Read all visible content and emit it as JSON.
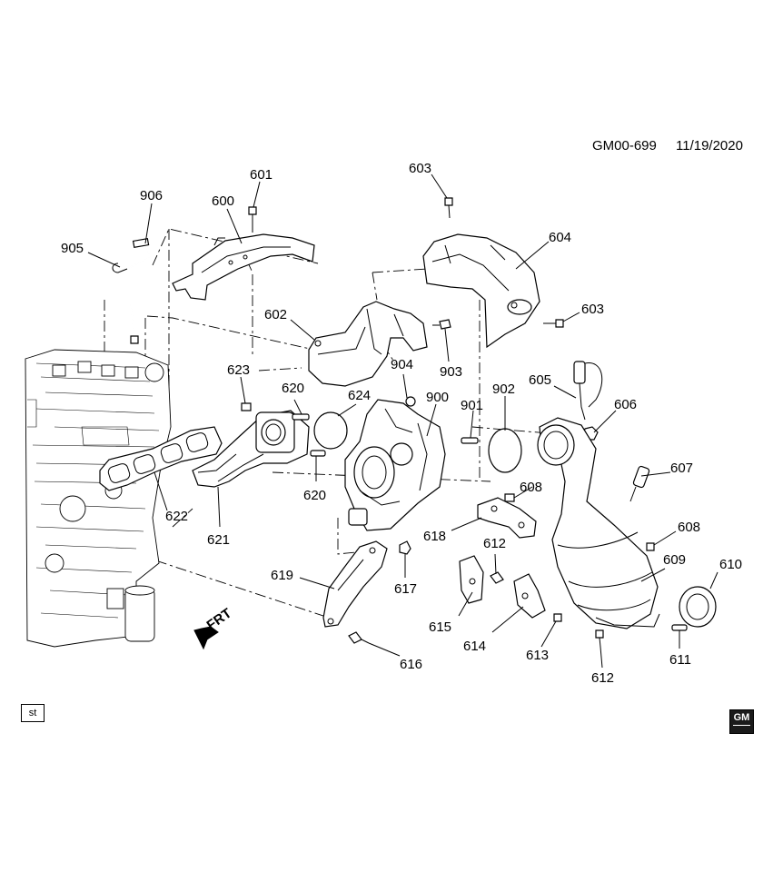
{
  "header": {
    "diagram_id": "GM00-699",
    "date": "11/19/2020"
  },
  "labels": [
    {
      "key": "l906",
      "text": "906"
    },
    {
      "key": "l905",
      "text": "905"
    },
    {
      "key": "l601",
      "text": "601"
    },
    {
      "key": "l600",
      "text": "600"
    },
    {
      "key": "l603a",
      "text": "603"
    },
    {
      "key": "l604",
      "text": "604"
    },
    {
      "key": "l603b",
      "text": "603"
    },
    {
      "key": "l602",
      "text": "602"
    },
    {
      "key": "l903",
      "text": "903"
    },
    {
      "key": "l623",
      "text": "623"
    },
    {
      "key": "l620a",
      "text": "620"
    },
    {
      "key": "l624",
      "text": "624"
    },
    {
      "key": "l904",
      "text": "904"
    },
    {
      "key": "l900",
      "text": "900"
    },
    {
      "key": "l901",
      "text": "901"
    },
    {
      "key": "l902",
      "text": "902"
    },
    {
      "key": "l605",
      "text": "605"
    },
    {
      "key": "l606",
      "text": "606"
    },
    {
      "key": "l607",
      "text": "607"
    },
    {
      "key": "l608a",
      "text": "608"
    },
    {
      "key": "l608b",
      "text": "608"
    },
    {
      "key": "l620b",
      "text": "620"
    },
    {
      "key": "l622",
      "text": "622"
    },
    {
      "key": "l621",
      "text": "621"
    },
    {
      "key": "l618",
      "text": "618"
    },
    {
      "key": "l612a",
      "text": "612"
    },
    {
      "key": "l609",
      "text": "609"
    },
    {
      "key": "l610",
      "text": "610"
    },
    {
      "key": "l619",
      "text": "619"
    },
    {
      "key": "l617",
      "text": "617"
    },
    {
      "key": "l615",
      "text": "615"
    },
    {
      "key": "l614",
      "text": "614"
    },
    {
      "key": "l613",
      "text": "613"
    },
    {
      "key": "l611",
      "text": "611"
    },
    {
      "key": "l612b",
      "text": "612"
    },
    {
      "key": "l616",
      "text": "616"
    }
  ],
  "direction_label": "FRT",
  "sticker_label": "st",
  "logo": {
    "text": "GM",
    "color": "#1a1a1a"
  }
}
